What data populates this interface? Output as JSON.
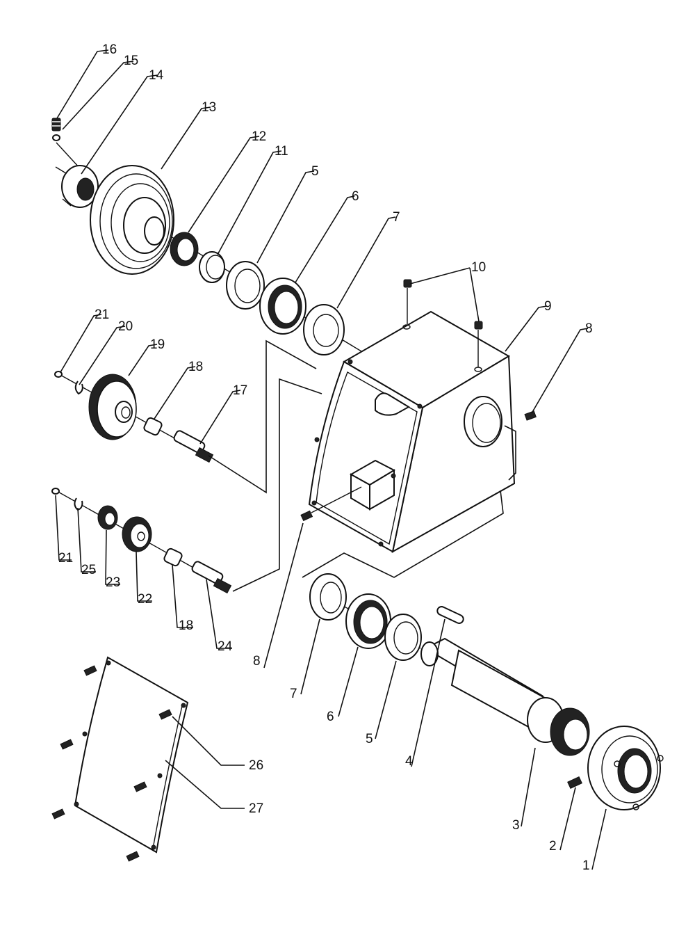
{
  "callouts": {
    "c1": "1",
    "c2": "2",
    "c3": "3",
    "c4": "4",
    "c5a": "5",
    "c5b": "5",
    "c6a": "6",
    "c6b": "6",
    "c7a": "7",
    "c7b": "7",
    "c8a": "8",
    "c8b": "8",
    "c9": "9",
    "c10": "10",
    "c11": "11",
    "c12": "12",
    "c13": "13",
    "c14": "14",
    "c15": "15",
    "c16": "16",
    "c17": "17",
    "c18a": "18",
    "c18b": "18",
    "c19": "19",
    "c20": "20",
    "c21a": "21",
    "c21b": "21",
    "c22": "22",
    "c23": "23",
    "c24": "24",
    "c25": "25",
    "c26": "26",
    "c27": "27"
  },
  "colors": {
    "line": "#111111",
    "background": "#ffffff"
  }
}
